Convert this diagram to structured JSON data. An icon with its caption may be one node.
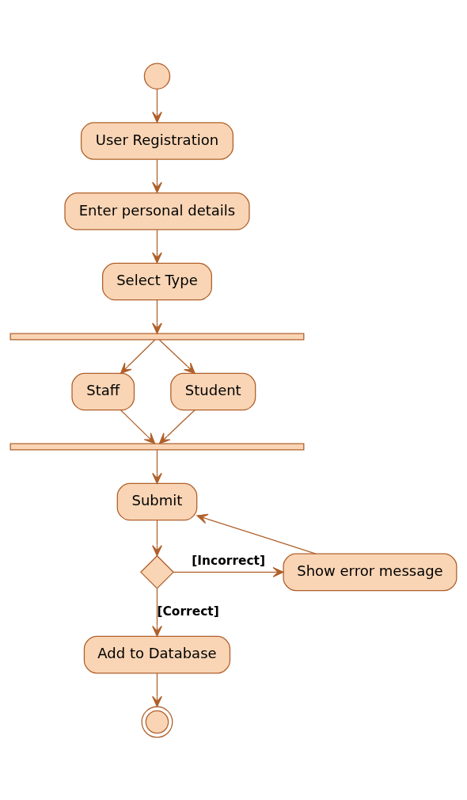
{
  "diagram": {
    "nodes": [
      {
        "text": [],
        "shape": "circle"
      },
      {
        "text": [
          "User Registration"
        ]
      },
      {
        "text": [
          "Enter personal details"
        ]
      },
      {
        "text": [
          "Select Type"
        ]
      },
      {
        "text": [],
        "shape": "bar"
      },
      {
        "text": [
          "Staff"
        ]
      },
      {
        "text": [
          "Student"
        ]
      },
      {
        "text": [],
        "shape": "bar"
      },
      {
        "text": [
          "Submit"
        ]
      },
      {
        "text": [],
        "shape": "diamond"
      },
      {
        "text": [
          "Show error message"
        ]
      },
      {
        "text": [
          "Add to Database"
        ]
      },
      {
        "text": [],
        "shape": "circle"
      }
    ],
    "edges": [
      {
        "from": 0,
        "to": 1,
        "arrow": "to"
      },
      {
        "from": 1,
        "to": 2,
        "arrow": "to"
      },
      {
        "from": 2,
        "to": 3,
        "arrow": "to"
      },
      {
        "from": 3,
        "to": 4,
        "arrow": "to"
      },
      {
        "from": 4,
        "to": 5,
        "arrow": "to"
      },
      {
        "from": 4,
        "to": 6,
        "arrow": "to"
      },
      {
        "from": 5,
        "to": 7,
        "arrow": "to"
      },
      {
        "from": 6,
        "to": 7,
        "arrow": "to"
      },
      {
        "from": 7,
        "to": 8,
        "arrow": "to"
      },
      {
        "from": 8,
        "to": 9,
        "arrow": "to"
      },
      {
        "from": 9,
        "to": 10,
        "arrow": "to",
        "label": "[Incorrect]"
      },
      {
        "from": 10,
        "to": 8,
        "arrow": "to"
      },
      {
        "from": 9,
        "to": 11,
        "arrow": "to",
        "label": "[Correct]"
      },
      {
        "from": 11,
        "to": 12,
        "arrow": "to"
      }
    ]
  }
}
